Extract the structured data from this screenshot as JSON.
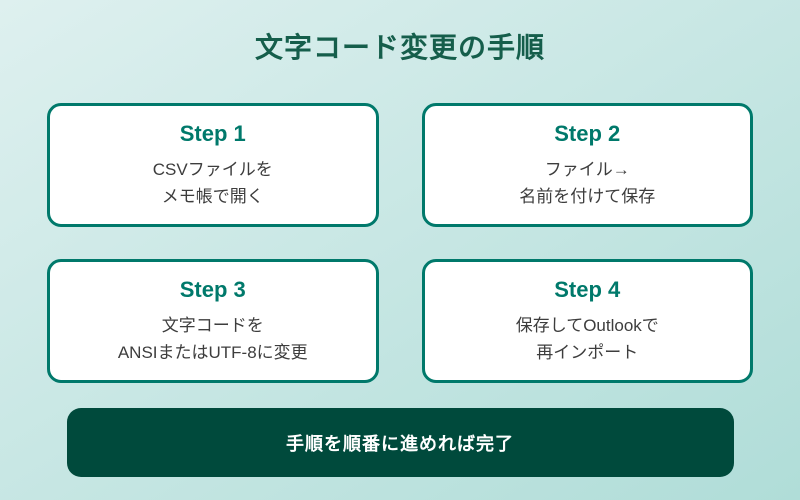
{
  "page": {
    "title": "文字コード変更の手順"
  },
  "steps": [
    {
      "label": "Step 1",
      "line1": "CSVファイルを",
      "line2": "メモ帳で開く"
    },
    {
      "label": "Step 2",
      "line1": "ファイル→",
      "line2": "名前を付けて保存"
    },
    {
      "label": "Step 3",
      "line1": "文字コードを",
      "line2": "ANSIまたはUTF-8に変更"
    },
    {
      "label": "Step 4",
      "line1": "保存してOutlookで",
      "line2": "再インポート"
    }
  ],
  "footer": {
    "text": "手順を順番に進めれば完了"
  },
  "colors": {
    "bg_start": "#def0ef",
    "bg_end": "#b0ddd8",
    "title_color": "#155e4b",
    "accent": "#00796b",
    "card_bg": "#ffffff",
    "body_text": "#3d3d3d",
    "banner_bg": "#004a3c",
    "banner_text": "#ffffff"
  }
}
